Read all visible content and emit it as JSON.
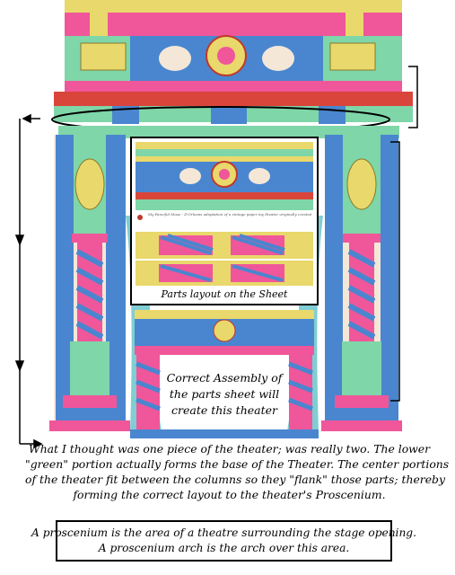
{
  "inset": {
    "caption": "Parts layout on the Sheet",
    "credit": "My Fanciful Muse - D'Orleans adaptation of a vintage paper toy theater originally created by D'Epinal in the late 1800's"
  },
  "assembly_note": {
    "lines": [
      "Correct Assembly of",
      "the parts sheet will",
      "create this theater"
    ]
  },
  "explanation": {
    "lines": [
      "What I thought was one piece of the theater; was really two. The lower",
      "\"green\" portion actually forms the base of the Theater. The center portions",
      "of the theater fit between the columns so they \"flank\" those parts; thereby",
      "forming the correct layout to the theater's Proscenium."
    ]
  },
  "definition": {
    "lines": [
      "A proscenium is the area of a theatre surrounding the stage opening.",
      "A proscenium arch is the arch over this area."
    ]
  },
  "colors": {
    "pink": "#f0569a",
    "blue": "#4a86cf",
    "green": "#7fd6a8",
    "yellow": "#e9d86b",
    "cream": "#f4e7d8",
    "teal": "#5fc2c9"
  }
}
